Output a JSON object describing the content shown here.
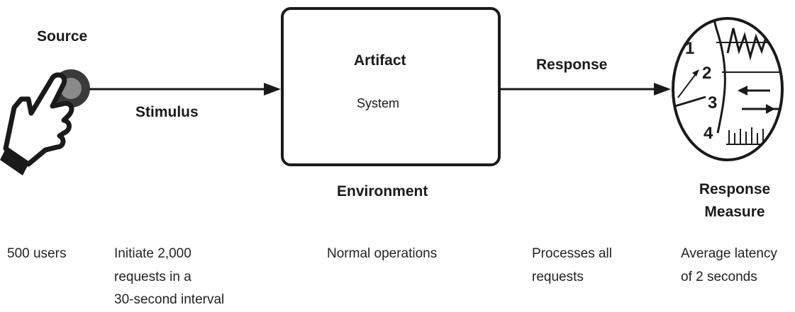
{
  "labels": {
    "source": "Source",
    "stimulus": "Stimulus",
    "artifact": "Artifact",
    "system": "System",
    "environment": "Environment",
    "response": "Response",
    "response_measure_line1": "Response",
    "response_measure_line2": "Measure"
  },
  "gauge_numbers": [
    "1",
    "2",
    "3",
    "4"
  ],
  "descriptions": {
    "source": "500 users",
    "stimulus_line1": "Initiate 2,000",
    "stimulus_line2": "requests in a",
    "stimulus_line3": "30-second interval",
    "environment": "Normal operations",
    "response_line1": "Processes all",
    "response_line2": "requests",
    "measure_line1": "Average latency",
    "measure_line2": "of 2 seconds"
  },
  "icons": {
    "source": "hand-pointer-icon",
    "response_measure": "gauge-icon"
  },
  "colors": {
    "ink": "#1a1a1a",
    "background": "#ffffff"
  }
}
